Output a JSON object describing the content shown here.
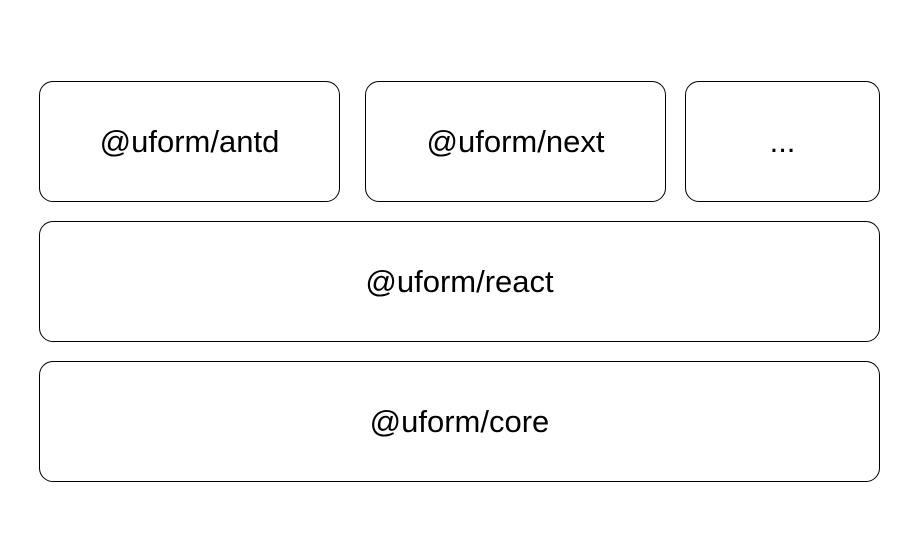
{
  "diagram": {
    "layers": {
      "ui": {
        "antd": "@uform/antd",
        "next": "@uform/next",
        "more": "..."
      },
      "react": "@uform/react",
      "core": "@uform/core"
    }
  }
}
